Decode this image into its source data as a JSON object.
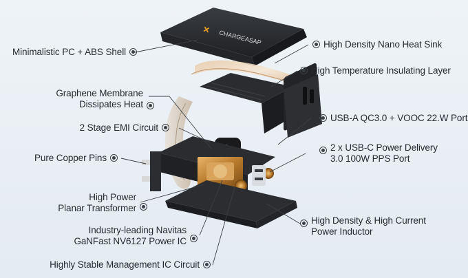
{
  "brand": {
    "logo_text": "CHARGEASAP",
    "accent_color": "#f0a024"
  },
  "labels": {
    "shell": "Minimalistic PC + ABS Shell",
    "graphene": [
      "Graphene Membrane",
      "Dissipates Heat"
    ],
    "emi": "2 Stage EMI Circuit",
    "pins": "Pure Copper Pins",
    "transformer": [
      "High Power",
      "Planar Transformer"
    ],
    "navitas": [
      "Industry-leading Navitas",
      "GaNFast NV6127 Power IC"
    ],
    "management": "Highly Stable Management IC Circuit",
    "heat_sink": "High Density Nano Heat Sink",
    "insulating": "High Temperature Insulating Layer",
    "usb_a": "USB-A QC3.0 + VOOC 22.W Port",
    "usb_c": [
      "2 x USB-C Power Delivery",
      "3.0 100W PPS Port"
    ],
    "inductor": [
      "High Density & High Current",
      "Power Inductor"
    ]
  },
  "icons": {
    "label_marker": "target-circle-icon"
  },
  "colors": {
    "background": "#e8eef3",
    "shell_dark": "#2b2d31",
    "copper": "#c98d3a",
    "leader_line": "#3b4047"
  }
}
